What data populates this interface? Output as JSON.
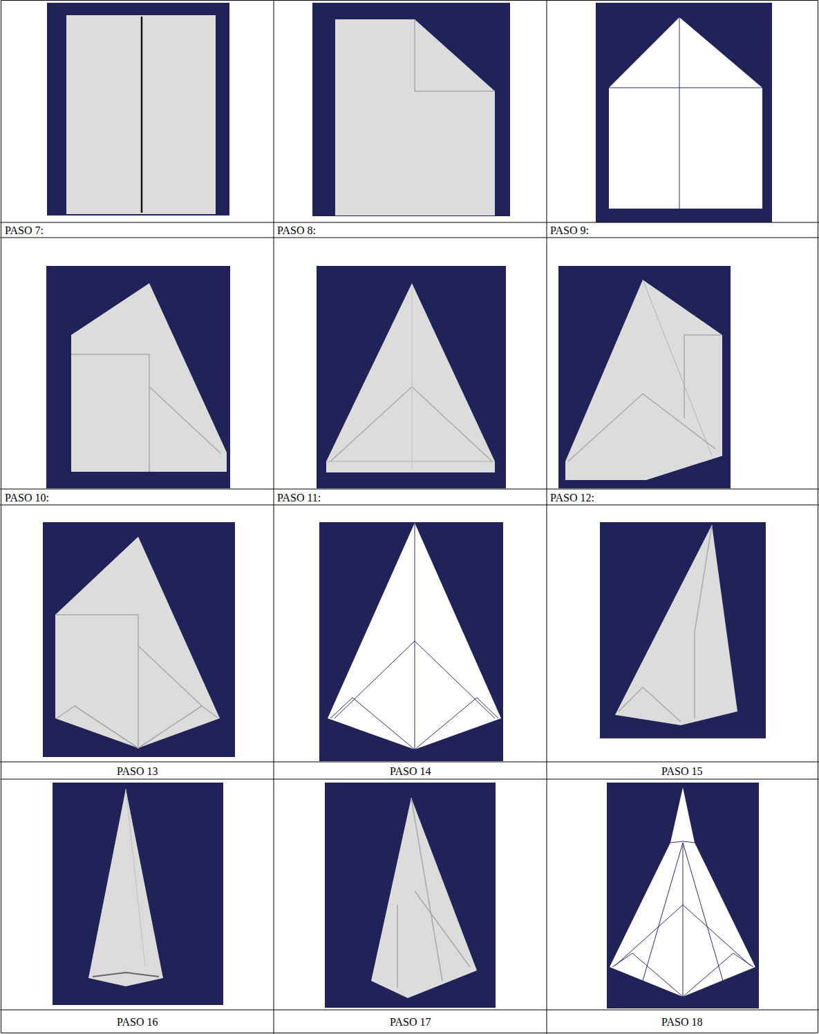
{
  "diagram": {
    "labels": [
      "PASO 7:",
      "PASO 8:",
      "PASO 9:",
      "PASO 10:",
      "PASO 11:",
      "PASO 12:",
      "PASO 13",
      "PASO 14",
      "PASO 15",
      "PASO 16",
      "PASO 17",
      "PASO 18"
    ]
  }
}
